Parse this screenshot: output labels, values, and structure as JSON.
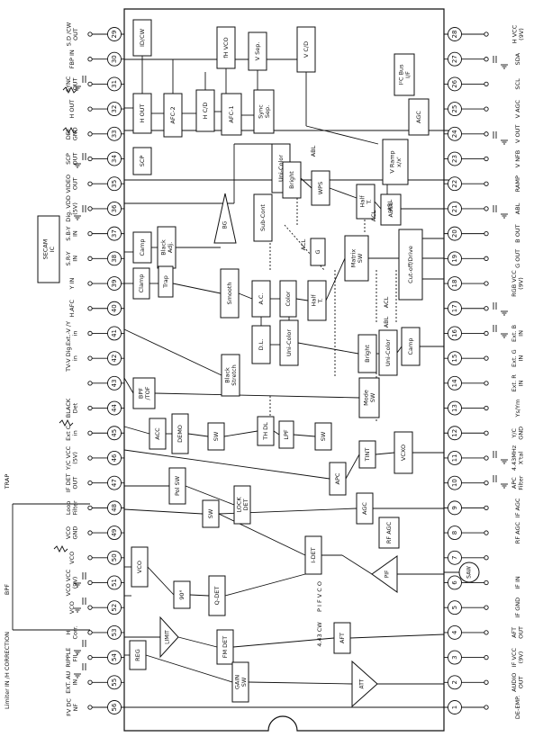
{
  "diagram": {
    "blocks": [
      {
        "id": "idcw",
        "label": "ID/CW"
      },
      {
        "id": "fhvco",
        "label": "fH VCO"
      },
      {
        "id": "vsep",
        "label": "V Sep."
      },
      {
        "id": "vcd",
        "label": "V C/D"
      },
      {
        "id": "hout",
        "label": "H OUT"
      },
      {
        "id": "afc2",
        "label": "AFC-2"
      },
      {
        "id": "hcd",
        "label": "H C/D"
      },
      {
        "id": "afc1",
        "label": "AFC-1"
      },
      {
        "id": "syncsep",
        "label": "Sync Sep."
      },
      {
        "id": "i2c",
        "label": "I²C Bus I/F"
      },
      {
        "id": "agc_top",
        "label": "AGC"
      },
      {
        "id": "scp",
        "label": "SCP"
      },
      {
        "id": "vramp",
        "label": "V Ramp x/x'"
      },
      {
        "id": "unicolor1",
        "label": "Uni-Color"
      },
      {
        "id": "bright1",
        "label": "Bright"
      },
      {
        "id": "wps",
        "label": "WPS"
      },
      {
        "id": "half1",
        "label": "Half T."
      },
      {
        "id": "abcl",
        "label": "ABCL"
      },
      {
        "id": "subcont",
        "label": "Sub-Cont"
      },
      {
        "id": "secam",
        "label": "SECAM IC"
      },
      {
        "id": "camp1",
        "label": "Camp"
      },
      {
        "id": "blackadj",
        "label": "Black Adj."
      },
      {
        "id": "gblk",
        "label": "G"
      },
      {
        "id": "matrix",
        "label": "Matrix SW"
      },
      {
        "id": "cutoff",
        "label": "Cut-off/Drive"
      },
      {
        "id": "clamp",
        "label": "Clamp"
      },
      {
        "id": "trap",
        "label": "Trap"
      },
      {
        "id": "smooth",
        "label": "Smooth"
      },
      {
        "id": "ac",
        "label": "A.C."
      },
      {
        "id": "color",
        "label": "Color"
      },
      {
        "id": "half2",
        "label": "Half T."
      },
      {
        "id": "bright2",
        "label": "Bright"
      },
      {
        "id": "unicolor2",
        "label": "Uni-Color"
      },
      {
        "id": "camp2",
        "label": "Camp"
      },
      {
        "id": "dl",
        "label": "D.L."
      },
      {
        "id": "unicolor3",
        "label": "Uni-Color"
      },
      {
        "id": "blackstretch",
        "label": "Black Stretch"
      },
      {
        "id": "bpftof",
        "label": "BPF /TOF"
      },
      {
        "id": "modesw",
        "label": "Mode SW"
      },
      {
        "id": "acc",
        "label": "ACC"
      },
      {
        "id": "demo",
        "label": "DEMO"
      },
      {
        "id": "sw1",
        "label": "SW"
      },
      {
        "id": "thdl",
        "label": "TH DL"
      },
      {
        "id": "lpf",
        "label": "LPF"
      },
      {
        "id": "sw2",
        "label": "SW"
      },
      {
        "id": "tint",
        "label": "TINT"
      },
      {
        "id": "vcxo",
        "label": "VCXO"
      },
      {
        "id": "apc",
        "label": "APC"
      },
      {
        "id": "polsw",
        "label": "Pol SW"
      },
      {
        "id": "lockdet",
        "label": "LOCK DET"
      },
      {
        "id": "sw3",
        "label": "SW"
      },
      {
        "id": "agc_if",
        "label": "AGC"
      },
      {
        "id": "rfagc",
        "label": "RF AGC"
      },
      {
        "id": "idet",
        "label": "I-DET"
      },
      {
        "id": "vco",
        "label": "VCO"
      },
      {
        "id": "deg90",
        "label": "90°"
      },
      {
        "id": "qdet",
        "label": "Q-DET"
      },
      {
        "id": "pif",
        "label": "PIF"
      },
      {
        "id": "limit",
        "label": "LIMIT"
      },
      {
        "id": "fmdet",
        "label": "FM DET"
      },
      {
        "id": "reg",
        "label": "REG"
      },
      {
        "id": "gainsw",
        "label": "GAIN SW"
      },
      {
        "id": "aft",
        "label": "AFT"
      },
      {
        "id": "att",
        "label": "ATT"
      },
      {
        "id": "saw",
        "label": "SAW"
      },
      {
        "id": "bg",
        "label": "BG"
      }
    ],
    "pins_left": [
      {
        "n": "29",
        "label": "S.D /CW OUT"
      },
      {
        "n": "30",
        "label": "FBP IN"
      },
      {
        "n": "31",
        "label": "SYNC OUT"
      },
      {
        "n": "32",
        "label": "H OUT"
      },
      {
        "n": "33",
        "label": "DEF GND"
      },
      {
        "n": "34",
        "label": "SCP OUT"
      },
      {
        "n": "35",
        "label": "VIDEO OUT"
      },
      {
        "n": "36",
        "label": "Dig. VDD (5V)"
      },
      {
        "n": "37",
        "label": "S.B-Y IN"
      },
      {
        "n": "38",
        "label": "S.R-Y IN"
      },
      {
        "n": "39",
        "label": "Y IN"
      },
      {
        "n": "40",
        "label": "H.AFC"
      },
      {
        "n": "41",
        "label": "Ext.-V /Y in"
      },
      {
        "n": "42",
        "label": "TV-V Dig. in"
      },
      {
        "n": "43",
        "label": ""
      },
      {
        "n": "44",
        "label": "BLACK Det"
      },
      {
        "n": "45",
        "label": "Ext C in"
      },
      {
        "n": "46",
        "label": "Y/C VCC (5V)"
      },
      {
        "n": "47",
        "label": "IF DET OUT"
      },
      {
        "n": "48",
        "label": "Loop Filter"
      },
      {
        "n": "49",
        "label": "VCO GND"
      },
      {
        "n": "50",
        "label": "VCO"
      },
      {
        "n": "51",
        "label": "VCO VCC (9V)"
      },
      {
        "n": "52",
        "label": "VCO"
      },
      {
        "n": "53",
        "label": "H Corr."
      },
      {
        "n": "54",
        "label": "RIPPLE FIL"
      },
      {
        "n": "55",
        "label": "EXT. AU IN"
      },
      {
        "n": "56",
        "label": "FV DC NF"
      }
    ],
    "pins_right": [
      {
        "n": "28",
        "label": "H VCC (9V)"
      },
      {
        "n": "27",
        "label": "SDA"
      },
      {
        "n": "26",
        "label": "SCL"
      },
      {
        "n": "25",
        "label": "V AGC"
      },
      {
        "n": "24",
        "label": "V OUT"
      },
      {
        "n": "23",
        "label": "V NFB"
      },
      {
        "n": "22",
        "label": "RAMP"
      },
      {
        "n": "21",
        "label": "ABL"
      },
      {
        "n": "20",
        "label": "B OUT"
      },
      {
        "n": "19",
        "label": "G OUT"
      },
      {
        "n": "18",
        "label": "RGB VCC (9V)"
      },
      {
        "n": "17",
        "label": ""
      },
      {
        "n": "16",
        "label": "Ext. B IN"
      },
      {
        "n": "15",
        "label": "Ext. G IN"
      },
      {
        "n": "14",
        "label": "Ext. R IN"
      },
      {
        "n": "13",
        "label": "Ys/Ym"
      },
      {
        "n": "12",
        "label": "Y/C GND"
      },
      {
        "n": "11",
        "label": "4.43MHz X'tal"
      },
      {
        "n": "10",
        "label": "APC Filter"
      },
      {
        "n": "9",
        "label": "IF AGC"
      },
      {
        "n": "8",
        "label": "RF AGC"
      },
      {
        "n": "7",
        "label": ""
      },
      {
        "n": "6",
        "label": "IF IN"
      },
      {
        "n": "5",
        "label": "IF GND"
      },
      {
        "n": "4",
        "label": "AFT OUT"
      },
      {
        "n": "3",
        "label": "IF VCC (9V)"
      },
      {
        "n": "2",
        "label": "AUDIO OUT"
      },
      {
        "n": "1",
        "label": "DE-EMP."
      }
    ],
    "annotations": {
      "abl_top": "ABL",
      "acl": "ACL",
      "abl_mid": "ABL",
      "acl_mid": "ACL",
      "abl_low": "ABL",
      "acl_low": "ACL",
      "trap": "TRAP",
      "bpf": "BPF",
      "limiter": "Limiter IN /H CORRECTION",
      "pifvco": "P I F  V C O",
      "cw": "4.43  CW"
    }
  }
}
